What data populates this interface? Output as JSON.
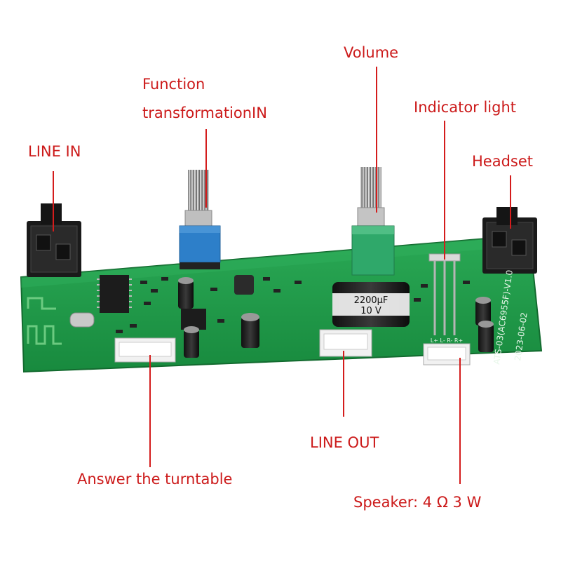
{
  "annotations": {
    "line_in": "LINE IN",
    "function_line1": "Function",
    "function_line2": "transformationIN",
    "volume": "Volume",
    "indicator_light": "Indicator light",
    "headset": "Headset",
    "line_out": "LINE OUT",
    "answer_turntable": "Answer the turntable",
    "speaker": "Speaker: 4 Ω 3 W"
  },
  "board_markings": {
    "capacitor_value": "2200μF",
    "capacitor_voltage": "10 V",
    "model": "ATS-03(AC6955F)-V1.0",
    "date": "2023-06-02",
    "speaker_pins": "L+ L- R- R+"
  },
  "colors": {
    "label_red": "#cc1a1a",
    "pcb_green": "#1f9a48",
    "pot_blue": "#2d7fc9",
    "pot_green": "#2fa86a"
  }
}
